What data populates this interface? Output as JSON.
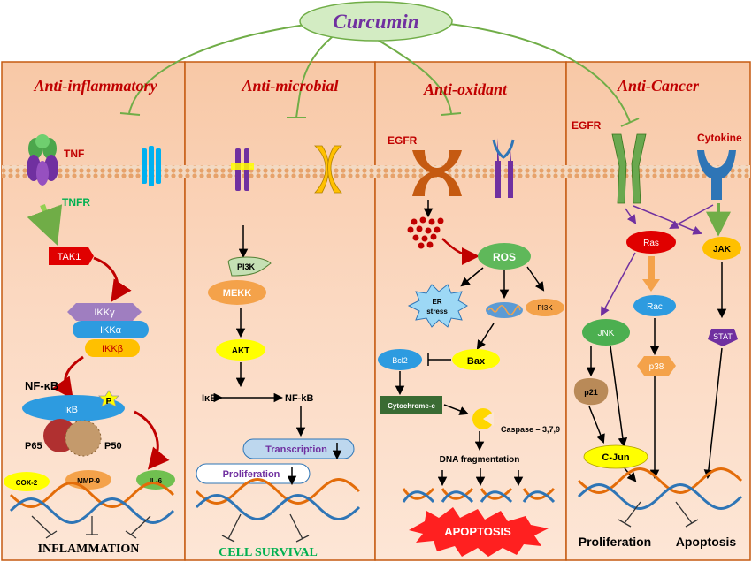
{
  "title": "Curcumin",
  "panels": {
    "anti_inflammatory": {
      "heading": "Anti-inflammatory",
      "tnf": "TNF",
      "tnfr": "TNFR",
      "tak1": "TAK1",
      "ikk_gamma": "IKKγ",
      "ikk_alpha": "IKKα",
      "ikk_beta": "IKKβ",
      "nfkb": "NF-κB",
      "ikb": "IκB",
      "p": "P",
      "p65": "P65",
      "p50": "P50",
      "cox2": "COX-2",
      "mmp9": "MMP-9",
      "il6": "IL-6",
      "outcome": "INFLAMMATION"
    },
    "anti_microbial": {
      "heading": "Anti-microbial",
      "pi3k": "PI3K",
      "mekk": "MEKK",
      "akt": "AKT",
      "ikb": "IκB",
      "nfkb": "NF-kB",
      "transcription": "Transcription",
      "proliferation": "Proliferation",
      "outcome": "CELL SURVIVAL"
    },
    "anti_oxidant": {
      "heading": "Anti-oxidant",
      "egfr": "EGFR",
      "ros": "ROS",
      "er_stress_1": "ER",
      "er_stress_2": "stress",
      "pi3k": "PI3K",
      "bcl2": "Bcl2",
      "bax": "Bax",
      "cytochrome": "Cytochrome-c",
      "caspase": "Caspase – 3,7,9",
      "dna_frag": "DNA fragmentation",
      "outcome": "APOPTOSIS"
    },
    "anti_cancer": {
      "heading": "Anti-Cancer",
      "egfr": "EGFR",
      "cytokine": "Cytokine",
      "ras": "Ras",
      "jak": "JAK",
      "rac": "Rac",
      "jnk": "JNK",
      "stat": "STAT",
      "p38": "p38",
      "p21": "p21",
      "cjun": "C-Jun",
      "outcome1": "Proliferation",
      "outcome2": "Apoptosis"
    }
  },
  "colors": {
    "heading": "#c00000",
    "title": "#7030a0",
    "panel_bg": "#fbd3b8",
    "panel_border": "#c55a11",
    "inhibit_line": "#70ad47",
    "activation_arrow": "#c00000",
    "pathway_arrow": "#7030a0"
  }
}
